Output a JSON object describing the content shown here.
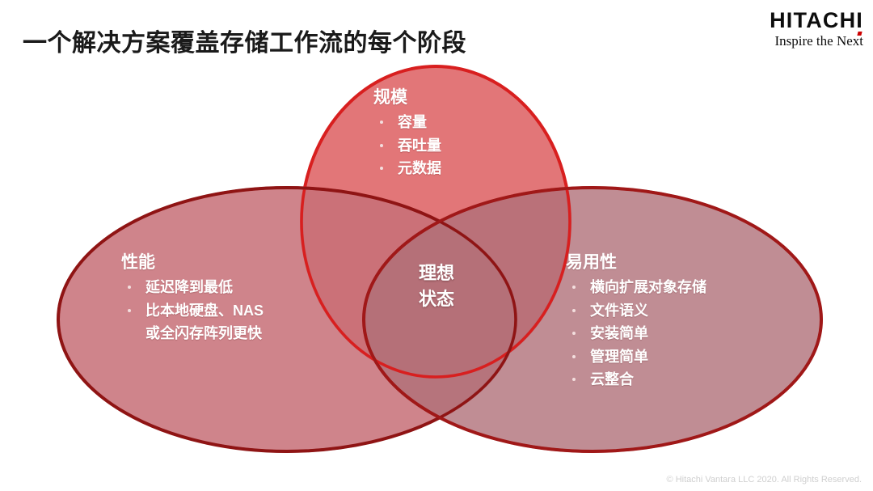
{
  "slide": {
    "title": "一个解决方案覆盖存储工作流的每个阶段",
    "background_color": "#ffffff"
  },
  "logo": {
    "wordmark": "HITACHI",
    "tagline": "Inspire the Next",
    "accent_color": "#cc0000"
  },
  "diagram": {
    "type": "venn",
    "set_count": 3,
    "center": {
      "label_line1": "理想",
      "label_line2": "状态",
      "fill_color": "#962a2a"
    },
    "sets": [
      {
        "id": "scale",
        "title": "规模",
        "position": "top",
        "fill_color": "#e06a6d",
        "stroke_color": "#d81f1f",
        "items": [
          "容量",
          "吞吐量",
          "元数据"
        ]
      },
      {
        "id": "performance",
        "title": "性能",
        "position": "left",
        "fill_color": "#c77078",
        "stroke_color": "#8f1414",
        "items": [
          "延迟降到最低",
          "比本地硬盘、NAS",
          "或全闪存阵列更快"
        ]
      },
      {
        "id": "usability",
        "title": "易用性",
        "position": "right",
        "fill_color": "#b07179",
        "stroke_color": "#a01818",
        "items": [
          "横向扩展对象存储",
          "文件语义",
          "安装简单",
          "管理简单",
          "云整合"
        ]
      }
    ],
    "overlaps": {
      "scale_performance": "#b8333b",
      "scale_usability": "#a03338",
      "performance_usability": "#993038",
      "all_three": "#962a2a"
    }
  },
  "footer": {
    "copyright": "© Hitachi Vantara LLC 2020. All Rights Reserved."
  }
}
